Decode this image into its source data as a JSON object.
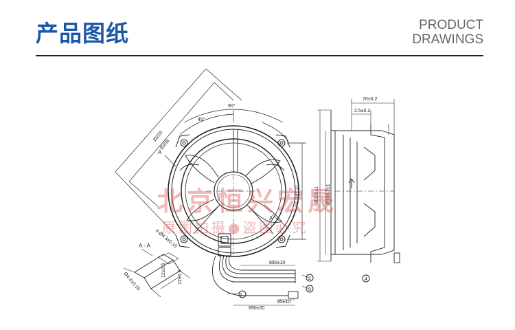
{
  "header": {
    "title_cn": "产品图纸",
    "title_en_line1": "PRODUCT",
    "title_en_line2": "DRAWINGS"
  },
  "watermark": {
    "line1": "北京恒兴宏晟",
    "line2": "原图拍摄●盗图必究"
  },
  "front_view": {
    "dim_diag_outer": "Ø220",
    "dim_diag_inner": "Ø208",
    "dim_arc_top": "90°",
    "dim_arc_45": "45°",
    "dim_vertical": "(□147.1)",
    "section_mark": "A",
    "hole_dim": "4-Ø4.3±0.15"
  },
  "section_view": {
    "title": "A - A",
    "dim_hole": "Ø4.3±0.15",
    "dim_a": "12±0.5",
    "dim_b": "12±0.5"
  },
  "cable": {
    "dim_890": "890±10",
    "dim_bottom": "890±20",
    "dim_85": "85±10",
    "callouts": [
      "1",
      "2",
      "3"
    ]
  },
  "side_view": {
    "dim_70": "70±0.2",
    "dim_25": "2.5±0.2",
    "dim_d220": "Ø220±1",
    "dim_d169": "Ø169.7±1",
    "callout_4": "4"
  }
}
